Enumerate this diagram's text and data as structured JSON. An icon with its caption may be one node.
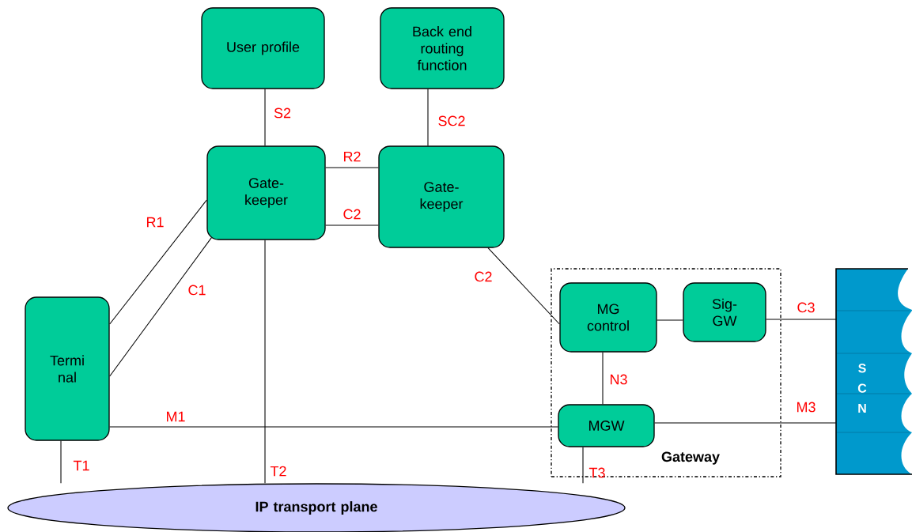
{
  "diagram": {
    "nodes": [
      {
        "text": [
          "User profile"
        ]
      },
      {
        "text": [
          "Back end routing function"
        ]
      },
      {
        "text": [
          "Gate- keeper"
        ]
      },
      {
        "text": [
          "Gate- keeper"
        ]
      },
      {
        "text": [
          "Termi nal"
        ]
      },
      {
        "text": [
          "Gateway"
        ]
      },
      {
        "text": [
          "MG control"
        ],
        "in": 5
      },
      {
        "text": [
          "Sig- GW"
        ],
        "in": 5
      },
      {
        "text": [
          "MGW"
        ],
        "in": 5
      },
      {
        "text": [
          "S C N"
        ]
      },
      {
        "text": [
          "IP transport plane"
        ]
      }
    ],
    "edges": [
      {
        "from": 0,
        "to": 2,
        "arrow": "none",
        "label": "S2"
      },
      {
        "from": 1,
        "to": 3,
        "arrow": "none",
        "label": "SC2"
      },
      {
        "from": 2,
        "to": 3,
        "arrow": "none",
        "label": "R2"
      },
      {
        "from": 2,
        "to": 3,
        "arrow": "none",
        "label": "C2"
      },
      {
        "from": 4,
        "to": 2,
        "arrow": "none",
        "label": "R1"
      },
      {
        "from": 4,
        "to": 2,
        "arrow": "none",
        "label": "C1"
      },
      {
        "from": 3,
        "to": 6,
        "arrow": "none",
        "label": "C2"
      },
      {
        "from": 6,
        "to": 7,
        "arrow": "none"
      },
      {
        "from": 7,
        "to": 9,
        "arrow": "none",
        "label": "C3"
      },
      {
        "from": 6,
        "to": 8,
        "arrow": "none",
        "label": "N3"
      },
      {
        "from": 4,
        "to": 8,
        "arrow": "none",
        "label": "M1"
      },
      {
        "from": 8,
        "to": 9,
        "arrow": "none",
        "label": "M3"
      },
      {
        "from": 4,
        "to": 10,
        "arrow": "none",
        "label": "T1"
      },
      {
        "from": 2,
        "to": 10,
        "arrow": "none",
        "label": "T2"
      },
      {
        "from": 8,
        "to": 10,
        "arrow": "none",
        "label": "T3"
      }
    ]
  }
}
